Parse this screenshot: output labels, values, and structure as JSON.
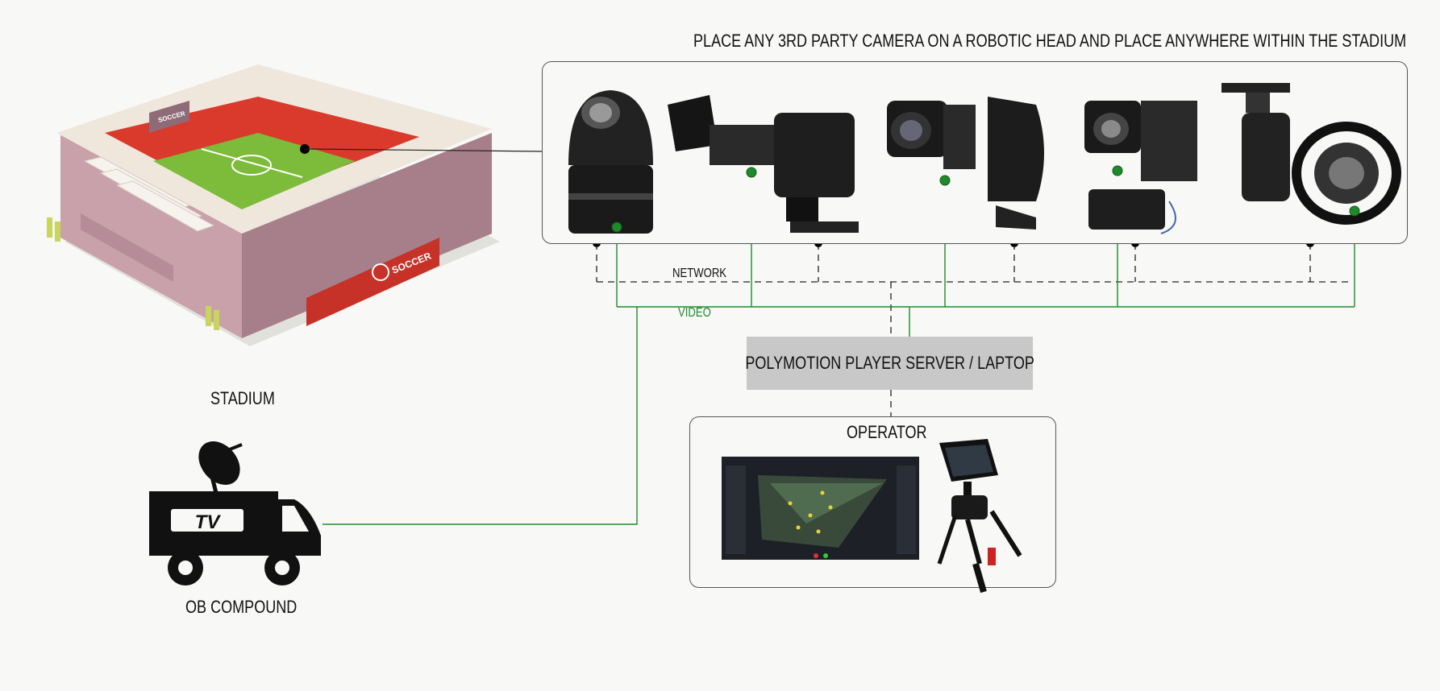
{
  "diagram": {
    "camera_section_title": "PLACE ANY 3RD PARTY CAMERA ON A ROBOTIC HEAD AND PLACE ANYWHERE WITHIN THE STADIUM",
    "stadium_label": "STADIUM",
    "ob_compound_label": "OB COMPOUND",
    "network_label": "NETWORK",
    "video_label": "VIDEO",
    "server_label": "POLYMOTION PLAYER SERVER / LAPTOP",
    "operator_label": "OPERATOR",
    "stadium_soccer_sign": "SOCCER",
    "tv_sign": "TV",
    "colors": {
      "video_line": "#1f8a2c",
      "network_line": "#222222",
      "server_box": "#c8c8c8",
      "stadium_roof": "#d93a2b",
      "pitch": "#7dbb3a"
    }
  }
}
